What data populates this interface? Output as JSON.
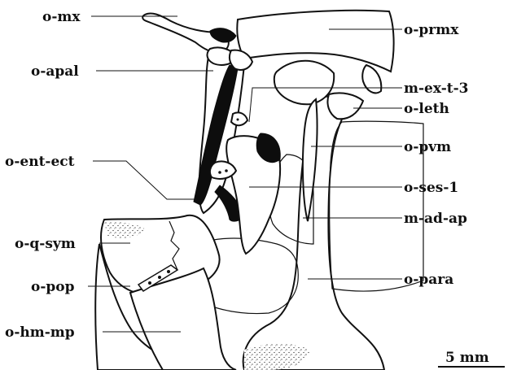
{
  "labels": {
    "o_mx": "o-mx",
    "o_apal": "o-apal",
    "o_ent_ect": "o-ent-ect",
    "o_q_sym": "o-q-sym",
    "o_pop": "o-pop",
    "o_hm_mp": "o-hm-mp",
    "o_prmx": "o-prmx",
    "m_ex_t_3": "m-ex-t-3",
    "o_leth": "o-leth",
    "o_pvm": "o-pvm",
    "o_ses_1": "o-ses-1",
    "m_ad_ap": "m-ad-ap",
    "o_para": "o-para"
  },
  "scale_bar": {
    "label": "5 mm"
  }
}
